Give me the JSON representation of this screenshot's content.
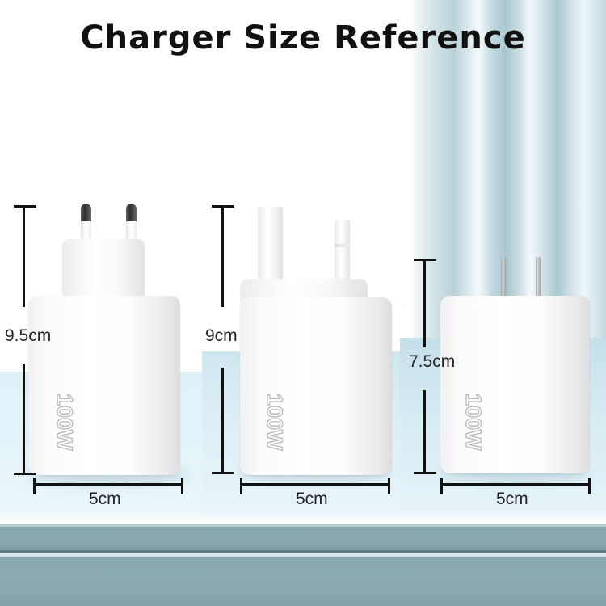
{
  "title": "Charger Size Reference",
  "colors": {
    "title_text": "#111111",
    "dimension_line": "#111111",
    "dimension_text": "#222222",
    "table_surface": "#dff1f8",
    "table_edge": "#86a5af",
    "curtain_light": "#eef6f8",
    "curtain_dark": "#a9c7d0",
    "charger_body": "#ffffff",
    "watt_outline": "#b9b9b9"
  },
  "chargers": [
    {
      "id": "eu-charger",
      "plug_type": "eu-plug",
      "wattage_label": "100W",
      "height_label": "9.5cm",
      "width_label": "5cm"
    },
    {
      "id": "uk-charger",
      "plug_type": "uk-plug",
      "wattage_label": "100W",
      "height_label": "9cm",
      "width_label": "5cm"
    },
    {
      "id": "us-charger",
      "plug_type": "us-plug",
      "wattage_label": "100W",
      "height_label": "7.5cm",
      "width_label": "5cm"
    }
  ]
}
